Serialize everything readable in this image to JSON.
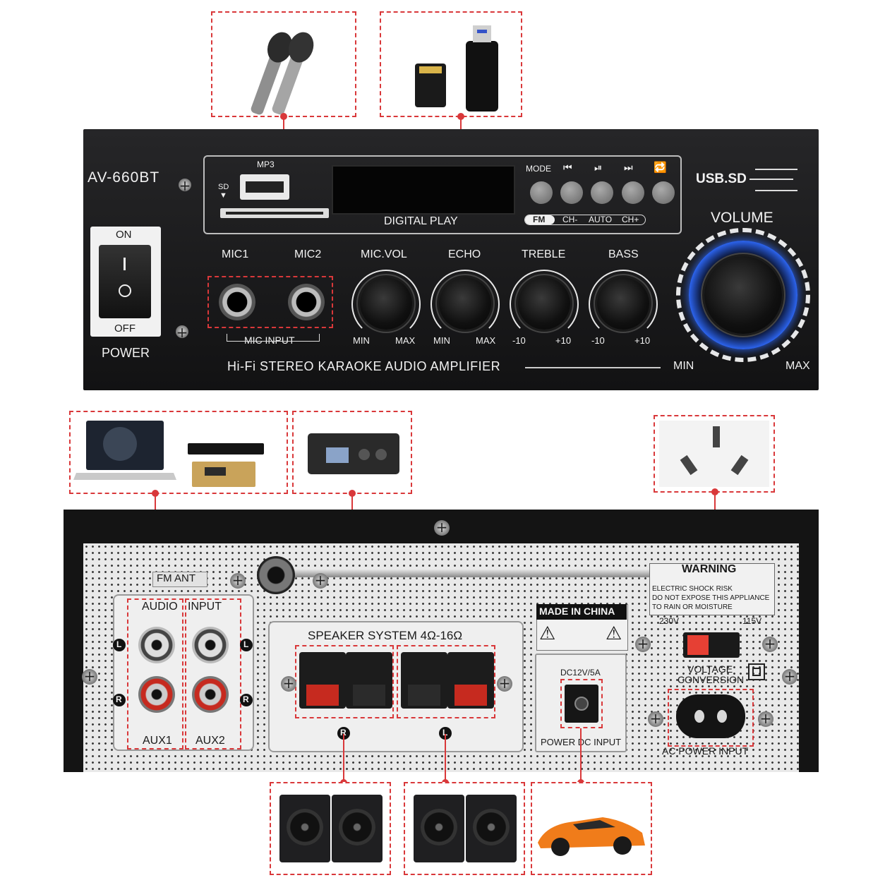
{
  "front_panel": {
    "model": "AV-660BT",
    "switch_on": "ON",
    "switch_off": "OFF",
    "power": "POWER",
    "sd": "SD",
    "mp3": "MP3",
    "digital_play": "DIGITAL PLAY",
    "mode": "MODE",
    "fm": "FM",
    "ch_minus": "CH-",
    "auto": "AUTO",
    "ch_plus": "CH+",
    "usb_sd": "USB.SD",
    "volume": "VOLUME",
    "mic1": "MIC1",
    "mic2": "MIC2",
    "mic_input": "MIC INPUT",
    "knobs": [
      {
        "label": "MIC.VOL",
        "min": "MIN",
        "max": "MAX"
      },
      {
        "label": "ECHO",
        "min": "MIN",
        "max": "MAX"
      },
      {
        "label": "TREBLE",
        "min": "-10",
        "max": "+10"
      },
      {
        "label": "BASS",
        "min": "-10",
        "max": "+10"
      }
    ],
    "volume_min": "MIN",
    "volume_max": "MAX",
    "tagline": "Hi-Fi STEREO KARAOKE AUDIO AMPLIFIER"
  },
  "rear_panel": {
    "fm_ant": "FM ANT",
    "audio": "AUDIO",
    "input": "INPUT",
    "l": "L",
    "r": "R",
    "aux1": "AUX1",
    "aux2": "AUX2",
    "speaker_system": "SPEAKER SYSTEM 4Ω-16Ω",
    "made_in_china": "MADE IN CHINA",
    "dc_rating": "DC12V/5A",
    "power_dc_input": "POWER DC INPUT",
    "warning_title": "WARNING",
    "warning_line1": "ELECTRIC SHOCK RISK",
    "warning_line2": "DO NOT EXPOSE THIS APPLIANCE",
    "warning_line3": "TO RAIN OR MOISTURE",
    "v230": "230V",
    "v115": "115V",
    "voltage_conversion_1": "VOLTAGE",
    "voltage_conversion_2": "CONVERSION",
    "ac_power_input": "AC POWER INPUT"
  },
  "colors": {
    "accent_red": "#d9383a",
    "volume_ring": "#2f6bff",
    "panel": "#1a1a1c"
  }
}
